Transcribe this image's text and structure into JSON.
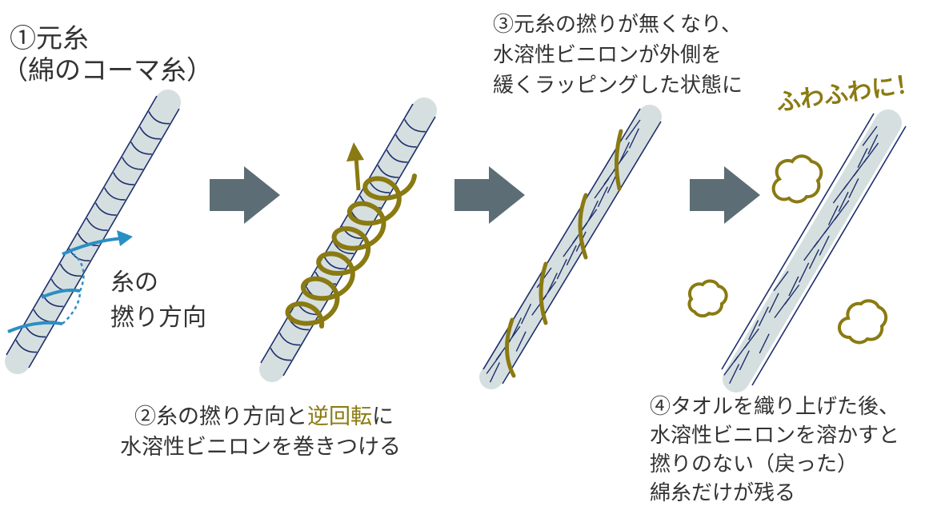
{
  "step1": {
    "title": "①元糸",
    "subtitle": "（綿のコーマ糸）",
    "twist_label_line1": "糸の",
    "twist_label_line2": "撚り方向"
  },
  "step2": {
    "caption_prefix": "②糸の撚り方向と",
    "caption_highlight": "逆回転",
    "caption_suffix": "に",
    "caption_line2": "水溶性ビニロンを巻きつける"
  },
  "step3": {
    "caption_line1": "③元糸の撚りが無くなり、",
    "caption_line2": "水溶性ビニロンが外側を",
    "caption_line3": "緩くラッピングした状態に"
  },
  "step4": {
    "exclaim": "ふわふわに！",
    "caption_line1": "④タオルを織り上げた後、",
    "caption_line2": "水溶性ビニロンを溶かすと",
    "caption_line3": "撚りのない（戻った）",
    "caption_line4": "綿糸だけが残る"
  },
  "colors": {
    "text": "#333333",
    "accent_olive": "#8a7a12",
    "twist_blue": "#2a8fc4",
    "yarn_fill": "#d6dfe0",
    "yarn_line": "#1d2f6b",
    "arrow": "#5c6d76"
  },
  "icons": [
    "right-arrow-icon",
    "twist-direction-arrow-icon",
    "cloud-puff-icon"
  ]
}
